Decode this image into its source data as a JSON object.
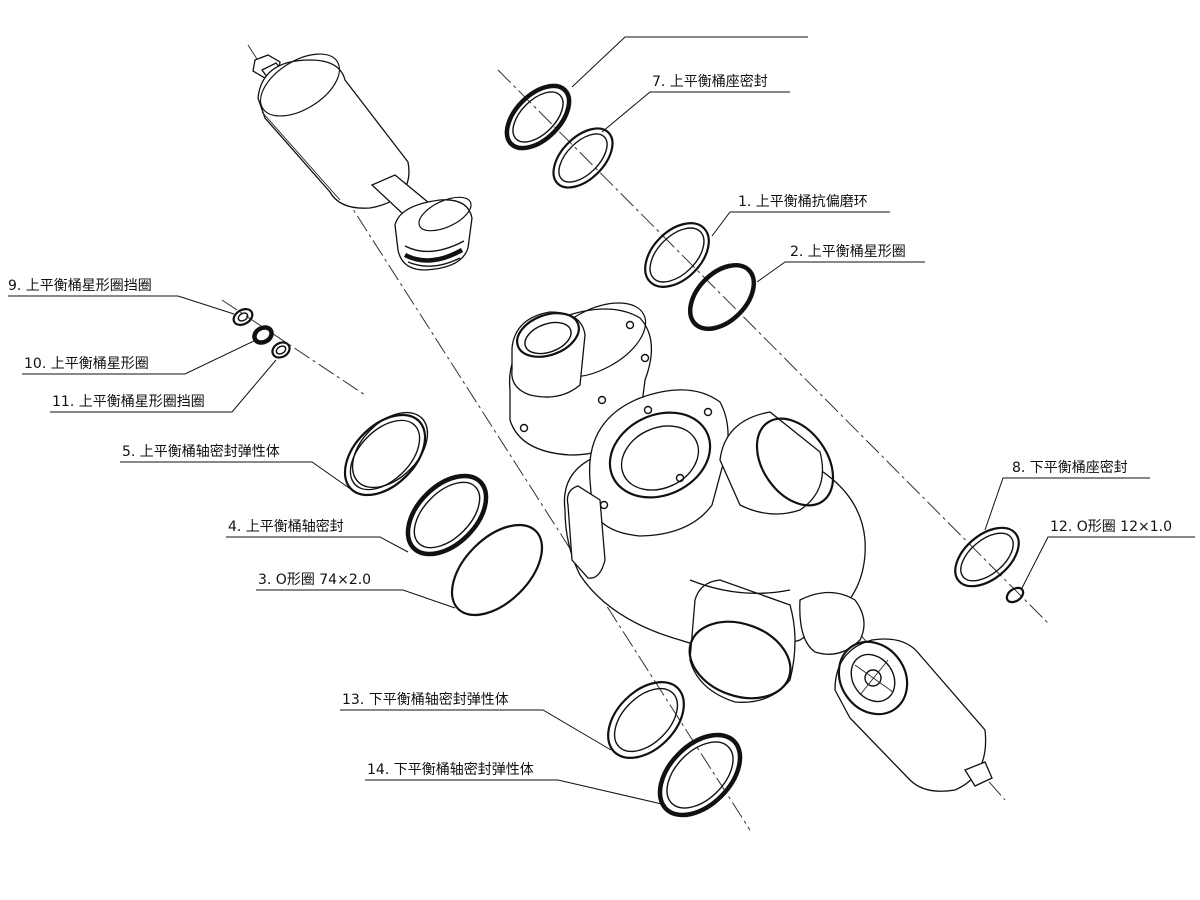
{
  "callouts": [
    {
      "id": "7",
      "text": "7. 上平衡桶座密封"
    },
    {
      "id": "1",
      "text": "1. 上平衡桶抗偏磨环"
    },
    {
      "id": "2",
      "text": "2. 上平衡桶星形圈"
    },
    {
      "id": "9",
      "text": "9. 上平衡桶星形圈挡圈"
    },
    {
      "id": "10",
      "text": "10. 上平衡桶星形圈"
    },
    {
      "id": "11",
      "text": "11. 上平衡桶星形圈挡圈"
    },
    {
      "id": "5",
      "text": "5. 上平衡桶轴密封弹性体"
    },
    {
      "id": "4",
      "text": "4. 上平衡桶轴密封"
    },
    {
      "id": "3",
      "text": "3. O形圈 74×2.0"
    },
    {
      "id": "8",
      "text": "8. 下平衡桶座密封"
    },
    {
      "id": "12",
      "text": "12. O形圈 12×1.0"
    },
    {
      "id": "13",
      "text": "13. 下平衡桶轴密封弹性体"
    },
    {
      "id": "14",
      "text": "14. 下平衡桶轴密封弹性体"
    }
  ]
}
